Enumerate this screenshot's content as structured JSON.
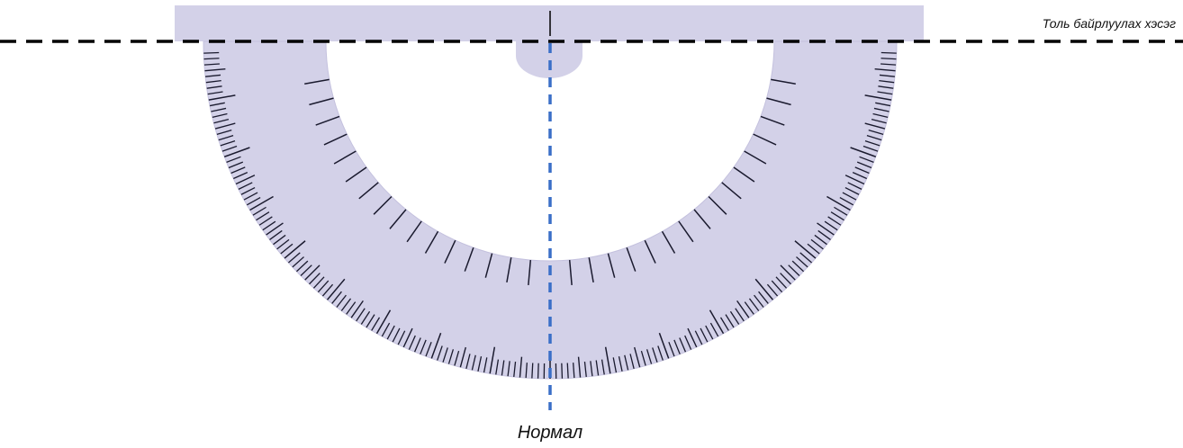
{
  "labels": {
    "mirror_position": "Толь байрлуулах хэсэг",
    "normal": "Нормал"
  },
  "colors": {
    "protractor_fill": "#d3d1e8",
    "protractor_edge": "#c4c1de",
    "tick": "#1a1a2e",
    "mirror_line": "#000000",
    "normal_line": "#3a6fc7",
    "background": "#ffffff"
  },
  "scale": {
    "minor_tick_step_deg": 1,
    "mid_tick_step_deg": 5,
    "major_tick_step_deg": 10,
    "inner_tick_step_deg": 5
  }
}
